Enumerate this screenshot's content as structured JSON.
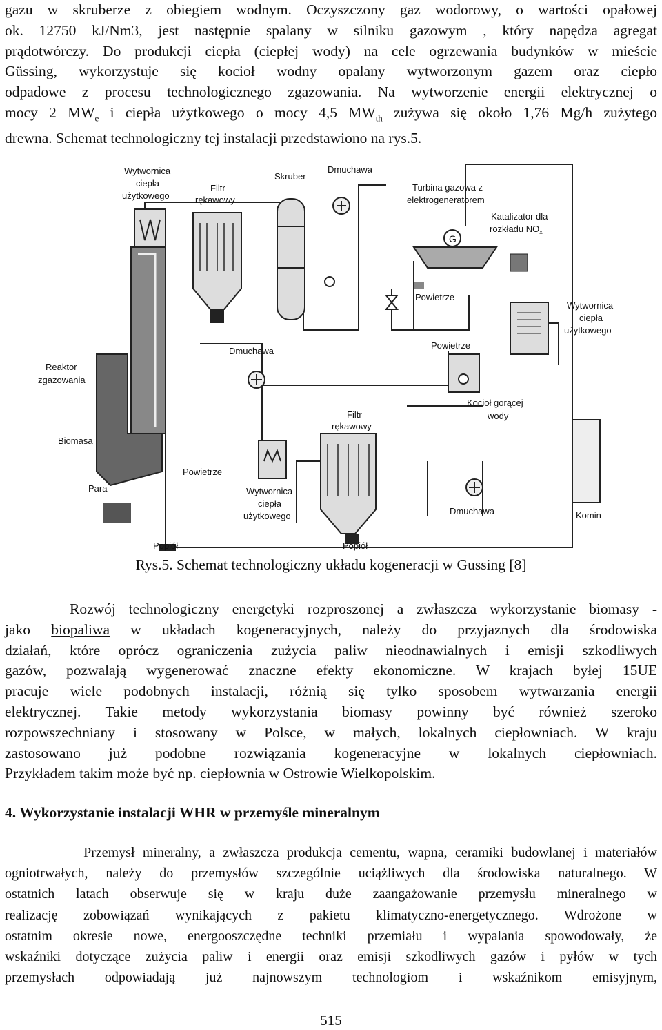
{
  "para1": {
    "lines": [
      "gazu w skruberze z obiegiem wodnym. Oczyszczony gaz wodorowy, o wartości opałowej",
      "ok. 12750 kJ/Nm3, jest następnie spalany w silniku gazowym , który napędza agregat",
      "prądotwórczy. Do produkcji ciepła (ciepłej wody) na cele ogrzewania budynków w mieście",
      "Güssing, wykorzystuje się kocioł wodny opalany wytworzonym  gazem oraz ciepło",
      "odpadowe z procesu technologicznego zgazowania. Na wytworzenie energii elektrycznej o"
    ],
    "line6_a": "mocy 2 MW",
    "line6_sub1": "e",
    "line6_b": " i ciepła użytkowego o mocy 4,5 MW",
    "line6_sub2": "th",
    "line6_c": " zużywa się około 1,76 Mg/h zużytego",
    "line7": "drewna. Schemat technologiczny tej instalacji przedstawiono na rys.5."
  },
  "diagram": {
    "labels": {
      "wytwornica_top_1": "Wytwornica",
      "wytwornica_top_2": "ciepła",
      "wytwornica_top_3": "użytkowego",
      "filtr_top_1": "Filtr",
      "filtr_top_2": "rękawowy",
      "skruber": "Skruber",
      "dmuchawa_top": "Dmuchawa",
      "turbina_1": "Turbina gazowa z",
      "turbina_2": "elektrogeneratorem",
      "katalizator_1": "Katalizator dla",
      "katalizator_2": "rozkładu NO",
      "katalizator_sub": "x",
      "generator": "G",
      "powietrze_1": "Powietrze",
      "wytwornica_right_1": "Wytwornica",
      "wytwornica_right_2": "ciepła",
      "wytwornica_right_3": "użytkowego",
      "dmuchawa_mid": "Dmuchawa",
      "powietrze_2": "Powietrze",
      "reaktor_1": "Reaktor",
      "reaktor_2": "zgazowania",
      "kociol_1": "Kocioł gorącej",
      "kociol_2": "wody",
      "filtr_mid_1": "Filtr",
      "filtr_mid_2": "rękawowy",
      "biomasa": "Biomasa",
      "powietrze_3": "Powietrze",
      "para": "Para",
      "wytwornica_bot_1": "Wytwornica",
      "wytwornica_bot_2": "ciepła",
      "wytwornica_bot_3": "użytkowego",
      "dmuchawa_bot": "Dmuchawa",
      "komin": "Komin",
      "popiol_1": "Popiół",
      "popiol_2": "Popiół"
    }
  },
  "caption": "Rys.5. Schemat technologiczny układu kogeneracji w Gussing [8]",
  "para2": {
    "line1": "     Rozwój technologiczny energetyki rozproszonej a zwłaszcza wykorzystanie biomasy -",
    "line2_a": "jako ",
    "line2_link": "biopaliwa",
    "line2_b": " w układach kogeneracyjnych, należy do przyjaznych dla środowiska",
    "lines": [
      "działań, które oprócz ograniczenia zużycia paliw nieodnawialnych i emisji szkodliwych",
      "gazów, pozwalają wygenerować znaczne efekty ekonomiczne. W krajach byłej 15UE",
      "pracuje wiele podobnych instalacji, różnią się tylko sposobem wytwarzania energii",
      "elektrycznej. Takie metody wykorzystania biomasy powinny być również szeroko",
      "rozpowszechniany i stosowany w Polsce, w małych, lokalnych ciepłowniach. W kraju",
      "zastosowano już podobne rozwiązania kogeneracyjne w lokalnych ciepłowniach."
    ],
    "last": "Przykładem takim może być np. ciepłownia w Ostrowie Wielkopolskim."
  },
  "heading": "4. Wykorzystanie instalacji WHR w przemyśle mineralnym",
  "para3": {
    "lines": [
      "          Przemysł mineralny, a zwłaszcza produkcja cementu, wapna, ceramiki budowlanej i materiałów",
      "ogniotrwałych, należy do przemysłów szczególnie uciążliwych  dla środowiska naturalnego. W",
      "ostatnich latach obserwuje się w kraju duże zaangażowanie przemysłu mineralnego w",
      "realizację zobowiązań wynikających z pakietu klimatyczno-energetycznego. Wdrożone w",
      "ostatnim okresie nowe, energooszczędne techniki przemiału  i wypalania spowodowały, że",
      "wskaźniki dotyczące zużycia paliw i energii oraz emisji szkodliwych gazów i pyłów w tych",
      "przemysłach odpowiadają już najnowszym technologiom i wskaźnikom emisyjnym,"
    ]
  },
  "page_number": "515"
}
